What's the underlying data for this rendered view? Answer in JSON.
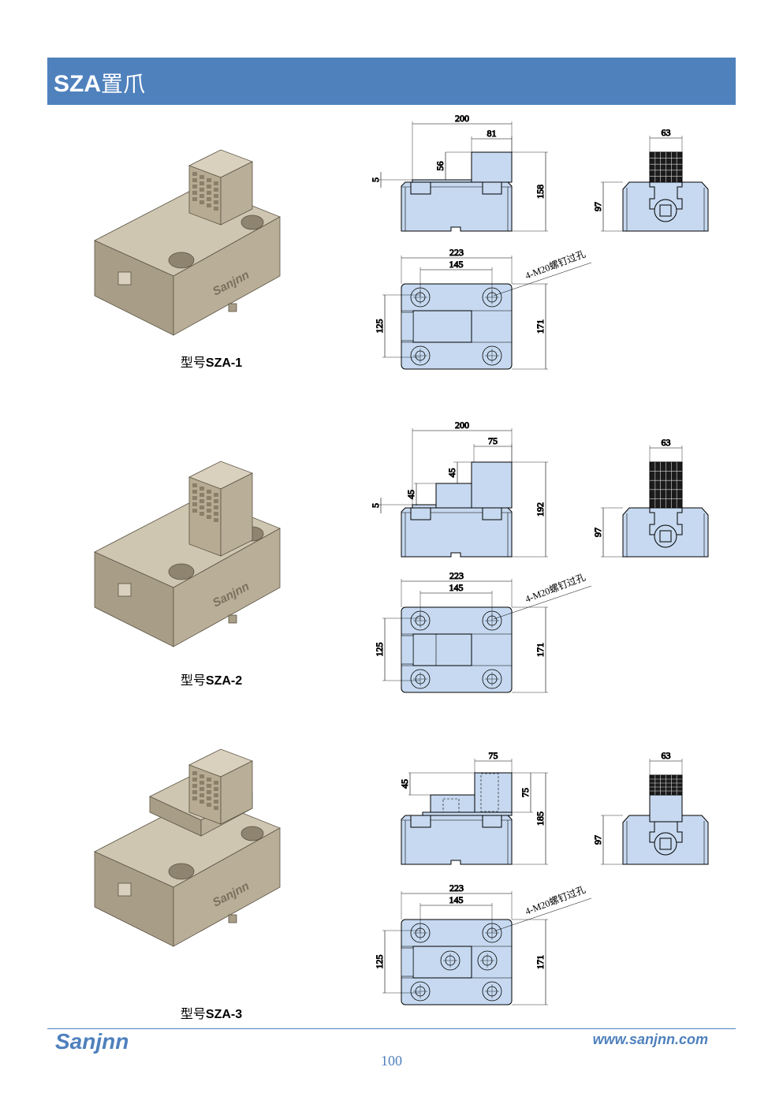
{
  "header": {
    "title_latin": "SZA",
    "title_cn": "置爪"
  },
  "colors": {
    "accent": "#4f81bd",
    "drawing_fill": "#c6d9f0",
    "part": "#b9ae98"
  },
  "products": [
    {
      "model_prefix": "型号",
      "model": "SZA-1",
      "brand_marking": "Sanjnn",
      "dims": {
        "overall_width": "200",
        "jaw_width": "81",
        "step": "56",
        "gap": "5",
        "height": "158",
        "side_width": "63",
        "side_height": "97",
        "length": "223",
        "hole_spacing_x": "145",
        "hole_spacing_y": "125",
        "depth": "171",
        "hole_note": "4-M20螺钉过孔"
      }
    },
    {
      "model_prefix": "型号",
      "model": "SZA-2",
      "brand_marking": "Sanjnn",
      "dims": {
        "overall_width": "200",
        "jaw_width": "75",
        "step": "45",
        "lower_step": "45",
        "gap": "5",
        "height": "192",
        "side_width": "63",
        "side_height": "97",
        "length": "223",
        "hole_spacing_x": "145",
        "hole_spacing_y": "125",
        "depth": "171",
        "hole_note": "4-M20螺钉过孔"
      }
    },
    {
      "model_prefix": "型号",
      "model": "SZA-3",
      "brand_marking": "Sanjnn",
      "dims": {
        "jaw_width": "75",
        "step": "45",
        "jaw_height": "75",
        "height": "185",
        "side_width": "63",
        "side_height": "97",
        "length": "223",
        "hole_spacing_x": "145",
        "hole_spacing_y": "125",
        "depth": "171",
        "hole_note": "4-M20螺钉过孔"
      }
    }
  ],
  "footer": {
    "brand": "Sanjnn",
    "url": "www.sanjnn.com",
    "page": "100"
  }
}
